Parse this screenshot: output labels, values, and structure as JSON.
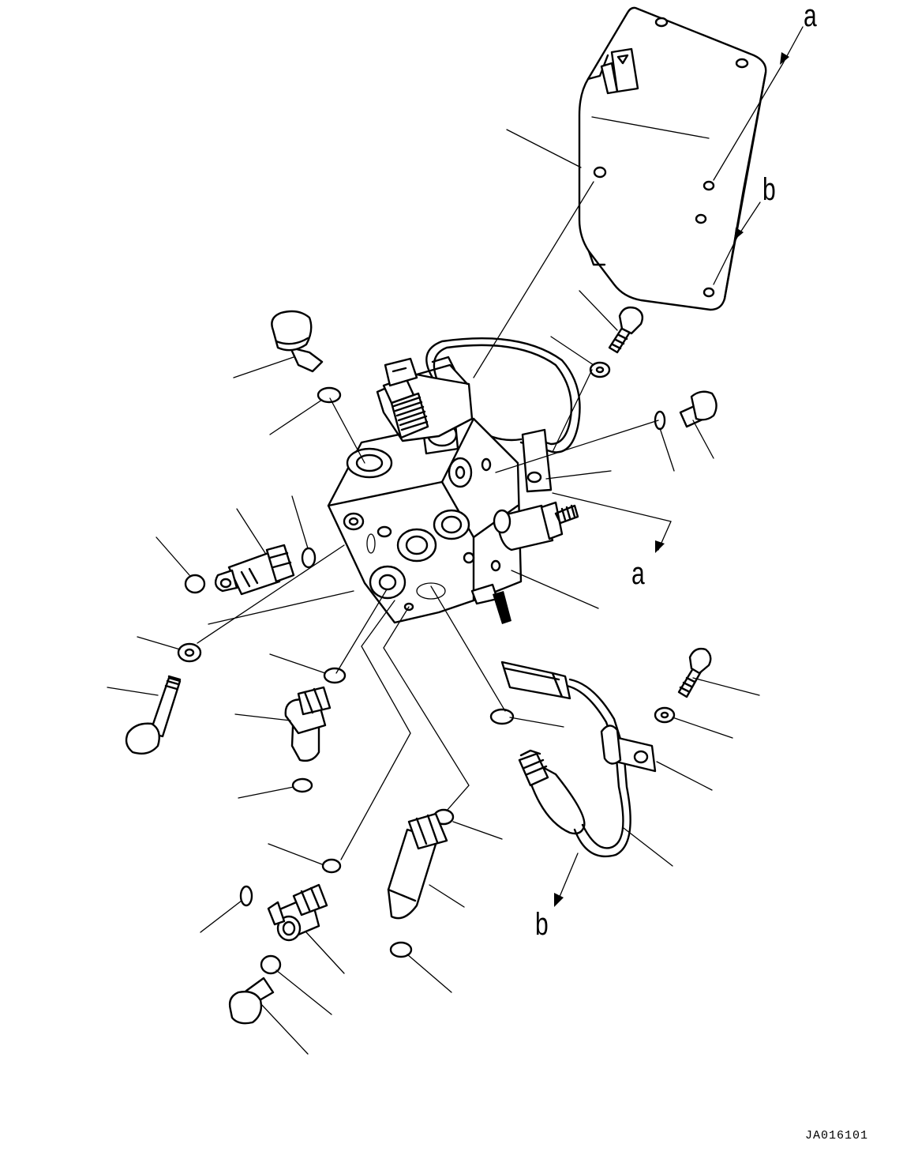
{
  "labels": {
    "a": "a",
    "b": "b",
    "drawing_code": "JA016101"
  }
}
